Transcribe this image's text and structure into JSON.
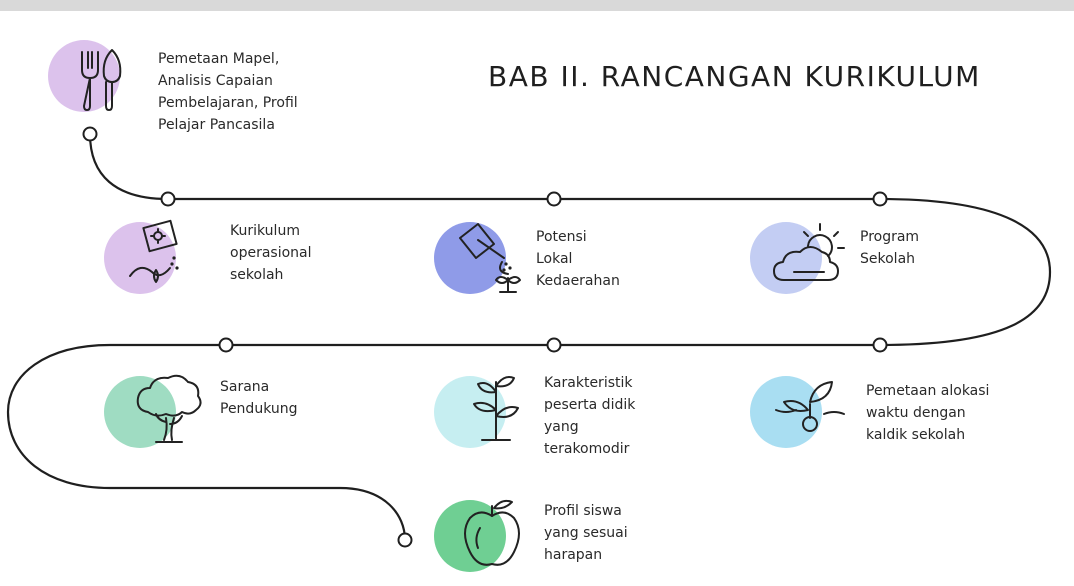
{
  "title": "BAB II. RANCANGAN KURIKULUM",
  "colors": {
    "background": "#ffffff",
    "top_bar": "#d9d9d9",
    "path": "#1f1f1f",
    "lavender": "#dcc2ec",
    "indigo": "#8f9be8",
    "periwinkle": "#c3cdf3",
    "mint": "#9fdcc2",
    "aqua": "#c6eef1",
    "sky": "#a9def2",
    "green": "#6fcf93"
  },
  "steps": [
    {
      "icon": "fork-trowel-icon",
      "color": "lavender",
      "label": [
        "Pemetaan Mapel,",
        "Analisis Capaian",
        "Pembelajaran, Profil",
        "Pelajar Pancasila"
      ]
    },
    {
      "icon": "seed-packet-icon",
      "color": "lavender",
      "label": [
        "Kurikulum",
        "operasional",
        "sekolah"
      ]
    },
    {
      "icon": "watering-can-icon",
      "color": "indigo",
      "label": [
        "Potensi",
        "Lokal",
        "Kedaerahan"
      ]
    },
    {
      "icon": "sun-cloud-icon",
      "color": "periwinkle",
      "label": [
        "Program",
        "Sekolah"
      ]
    },
    {
      "icon": "tree-icon",
      "color": "mint",
      "label": [
        "Sarana",
        "Pendukung"
      ]
    },
    {
      "icon": "growing-plant-icon",
      "color": "aqua",
      "label": [
        "Karakteristik",
        "peserta didik",
        "yang",
        "terakomodir"
      ]
    },
    {
      "icon": "sprout-icon",
      "color": "sky",
      "label": [
        "Pemetaan alokasi",
        "waktu dengan",
        "kaldik sekolah"
      ]
    },
    {
      "icon": "apple-icon",
      "color": "green",
      "label": [
        "Profil siswa",
        "yang sesuai",
        "harapan"
      ]
    }
  ]
}
